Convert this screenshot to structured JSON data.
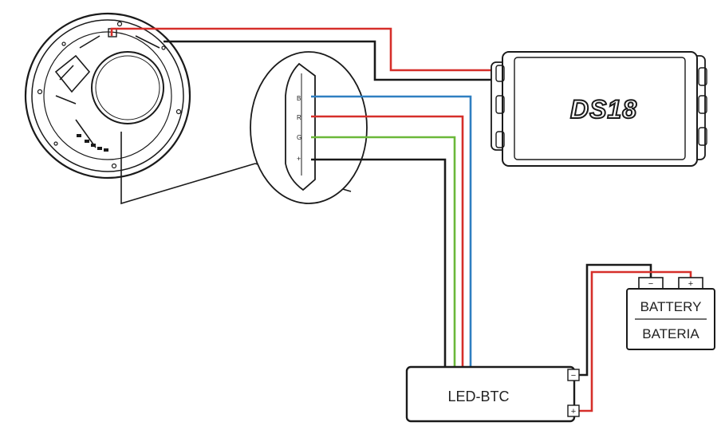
{
  "brand": {
    "logo_text": "DS18"
  },
  "controller": {
    "label": "LED-BTC",
    "terminal_negative": "−",
    "terminal_positive": "+"
  },
  "battery": {
    "label_en": "BATTERY",
    "label_es": "BATERIA",
    "terminal_negative": "−",
    "terminal_positive": "+"
  },
  "connector_pins": [
    "B",
    "R",
    "G",
    "+"
  ],
  "wires": {
    "red": "#d62f2a",
    "black": "#1a1a1a",
    "blue": "#2f7fc1",
    "green": "#6bb83a"
  }
}
